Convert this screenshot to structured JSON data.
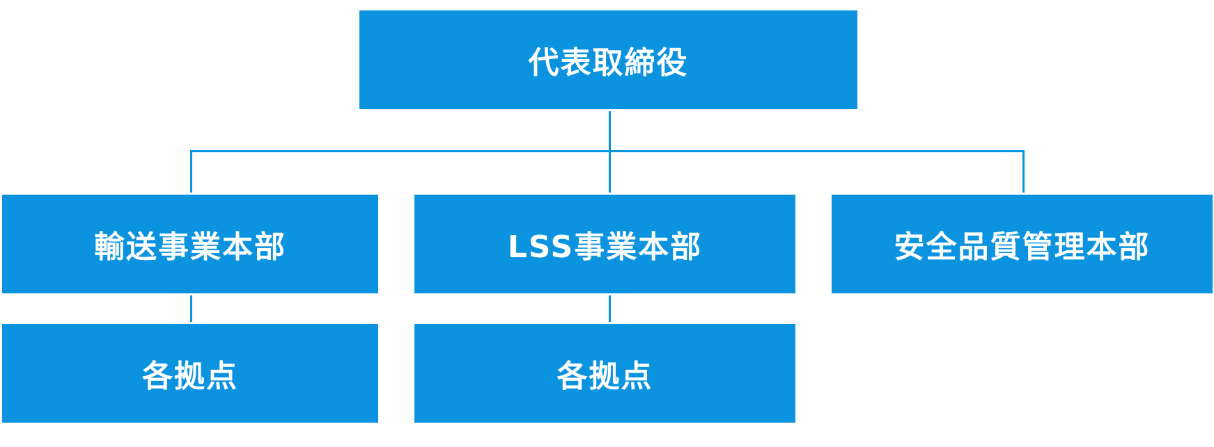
{
  "org_chart": {
    "root": {
      "label": "代表取締役"
    },
    "divisions": [
      {
        "label": "輸送事業本部",
        "child": {
          "label": "各拠点"
        }
      },
      {
        "label": "LSS事業本部",
        "child": {
          "label": "各拠点"
        }
      },
      {
        "label": "安全品質管理本部"
      }
    ]
  },
  "colors": {
    "box_fill": "#0b93df",
    "box_text": "#ffffff",
    "connector": "#0b93df",
    "background": "#ffffff"
  }
}
